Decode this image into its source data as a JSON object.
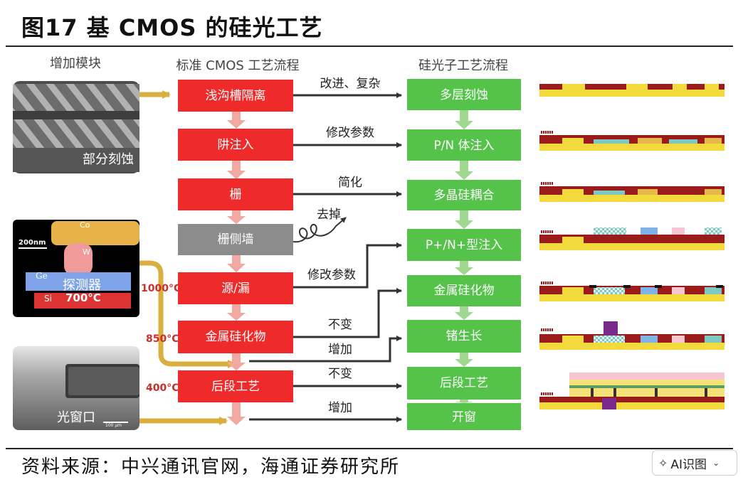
{
  "figure_title": "图17 基 CMOS 的硅光工艺",
  "source": "资料来源：中兴通讯官网，海通证券研究所",
  "ai_button": {
    "label": "AI识图"
  },
  "headers": {
    "modules": "增加模块",
    "cmos": "标准 CMOS 工艺流程",
    "photonic": "硅光子工艺流程"
  },
  "images": {
    "etch_label": "部分刻蚀",
    "detector": {
      "label": "探测器",
      "scale": "200nm",
      "co": "Co",
      "w": "W",
      "ge": "Ge",
      "si": "Si",
      "temp": "700°C"
    },
    "window_label": "光窗口",
    "window_scale": "100 μm"
  },
  "temperatures": [
    "1000°C",
    "850°C",
    "400°C"
  ],
  "cmos_steps": [
    "浅沟槽隔离",
    "阱注入",
    "栅",
    "栅侧墙",
    "源/漏",
    "金属硅化物",
    "后段工艺"
  ],
  "photonic_steps": [
    "多层刻蚀",
    "P/N 体注入",
    "多晶硅耦合",
    "P+/N+型注入",
    "金属硅化物",
    "锗生长",
    "后段工艺",
    "开窗"
  ],
  "connector_labels": [
    "改进、复杂",
    "修改参数",
    "简化",
    "去掉",
    "修改参数",
    "不变",
    "增加",
    "不变",
    "增加"
  ],
  "colors": {
    "cmos_box": "#ee2a2a",
    "removed_box": "#8c8c8c",
    "photonic_box": "#55c24a",
    "cmos_arrow": "#f0a8a0",
    "photonic_arrow": "#9fd88f",
    "module_arrow": "#d9b040"
  }
}
